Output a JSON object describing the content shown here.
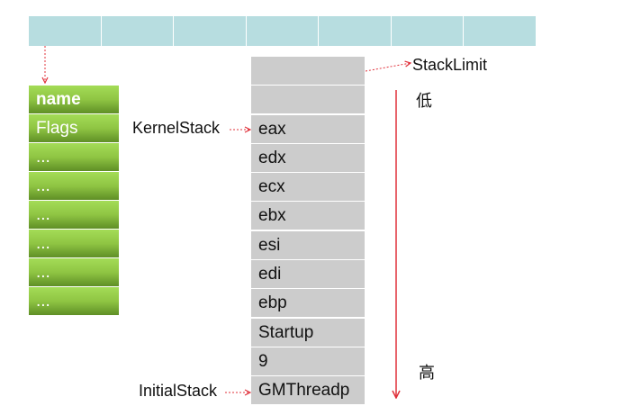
{
  "top_bar": {
    "cell_count": 7
  },
  "struct_fields": [
    "name",
    "Flags",
    "...",
    "...",
    "...",
    "...",
    "...",
    "..."
  ],
  "stack_cells": [
    "",
    "",
    "eax",
    "edx",
    "ecx",
    "ebx",
    "esi",
    "edi",
    "ebp",
    "Startup",
    "9",
    "GMThreadp"
  ],
  "labels": {
    "stack_limit": "StackLimit",
    "kernel_stack": "KernelStack",
    "initial_stack": "InitialStack",
    "low": "低",
    "high": "高"
  },
  "colors": {
    "top_bar": "#b7dde0",
    "green": "#8fc543",
    "stack": "#cccccc",
    "arrow": "#e0303a"
  }
}
